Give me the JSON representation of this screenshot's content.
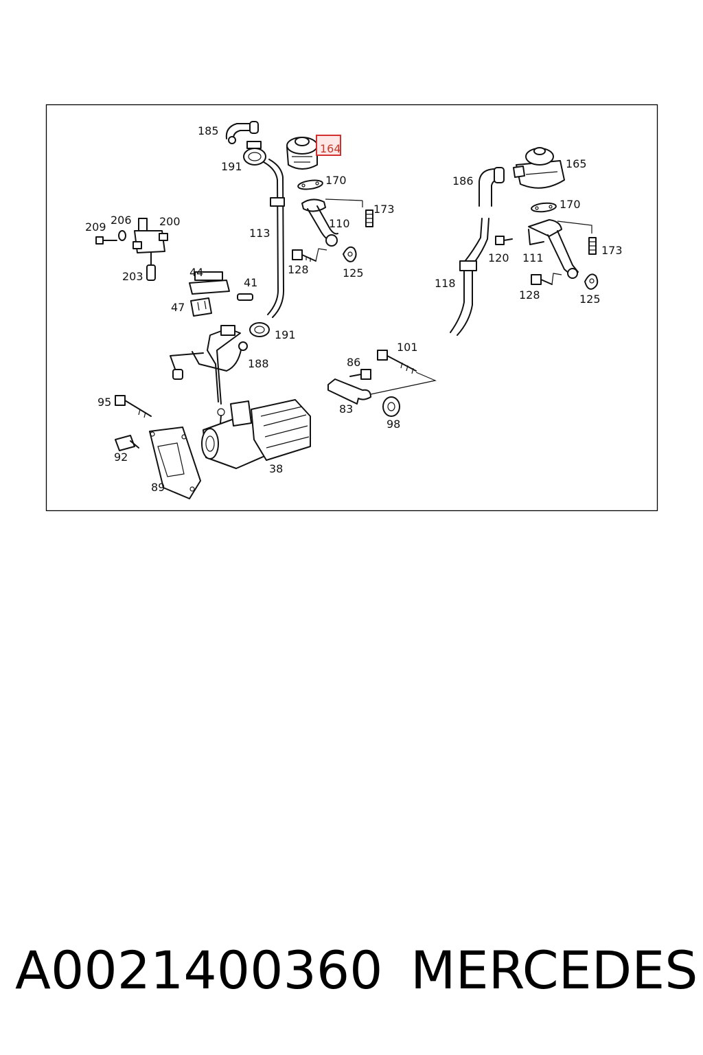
{
  "diagram": {
    "labels": [
      {
        "text": "185"
      },
      {
        "text": "164"
      },
      {
        "text": "191"
      },
      {
        "text": "170"
      },
      {
        "text": "173"
      },
      {
        "text": "110"
      },
      {
        "text": "113"
      },
      {
        "text": "209"
      },
      {
        "text": "206"
      },
      {
        "text": "200"
      },
      {
        "text": "203"
      },
      {
        "text": "128"
      },
      {
        "text": "125"
      },
      {
        "text": "44"
      },
      {
        "text": "41"
      },
      {
        "text": "47"
      },
      {
        "text": "191"
      },
      {
        "text": "188"
      },
      {
        "text": "186"
      },
      {
        "text": "165"
      },
      {
        "text": "170"
      },
      {
        "text": "173"
      },
      {
        "text": "120"
      },
      {
        "text": "111"
      },
      {
        "text": "118"
      },
      {
        "text": "128"
      },
      {
        "text": "125"
      },
      {
        "text": "101"
      },
      {
        "text": "86"
      },
      {
        "text": "83"
      },
      {
        "text": "98"
      },
      {
        "text": "95"
      },
      {
        "text": "92"
      },
      {
        "text": "89"
      },
      {
        "text": "38"
      }
    ],
    "highlighted_label": "164",
    "highlight_color": "#d32f2f"
  },
  "caption": {
    "part_number": "A0021400360",
    "brand": "MERCEDES"
  }
}
